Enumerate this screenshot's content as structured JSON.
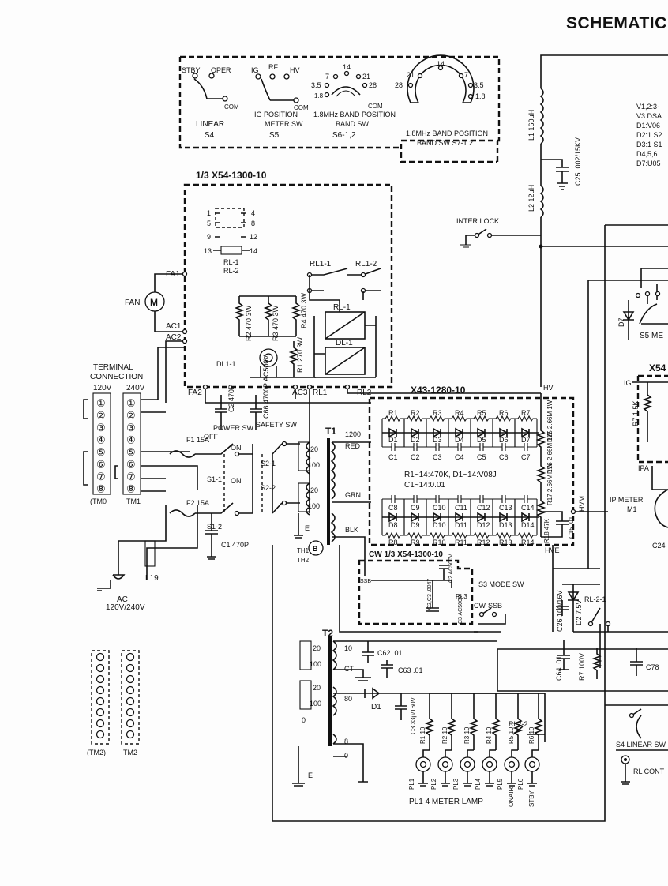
{
  "title": "SCHEMATIC",
  "switch_panel": {
    "s4": {
      "stby": "STBY",
      "oper": "OPER",
      "com": "COM",
      "name": "LINEAR",
      "ref": "S4"
    },
    "s5": {
      "ig": "IG",
      "rf": "RF",
      "hv": "HV",
      "com": "COM",
      "name1": "IG POSITION",
      "name2": "METER SW",
      "ref": "S5"
    },
    "s6": {
      "p7": "7",
      "p14": "14",
      "p21": "21",
      "p35": "3.5",
      "p28": "28",
      "p18": "1.8",
      "com": "COM",
      "name1": "1.8MHz BAND POSITION",
      "name2": "BAND SW",
      "ref": "S6-1,2"
    },
    "s7": {
      "p14": "14",
      "p21": "21",
      "p7": "7",
      "p28": "28",
      "p35": "3.5",
      "p18": "1.8",
      "name1": "1.8MHz BAND POSITION",
      "name2": "BAND SW  S7-1.2"
    }
  },
  "tube_list": [
    "V1,2:3-",
    "V3:DSA",
    "D1:V06",
    "D2:1 S2",
    "D3:1 S1",
    "D4,5,6",
    "D7:U05"
  ],
  "components": {
    "l1": "L1 160μH",
    "l2": "L2 12μH",
    "c25": "C25 .002/15KV",
    "interlock": "INTER LOCK",
    "relay_unit_title": "1/3 X54-1300-10",
    "relay_pins": [
      "1",
      "4",
      "5",
      "8",
      "9",
      "12",
      "13",
      "14"
    ],
    "rl12_label": "RL-1",
    "rl12_label2": "RL-2",
    "rl11": "RL1-1",
    "rl1_2": "RL1-2",
    "relay_coil1": "RL-1",
    "relay_coil2": "DL-1",
    "r2": "R2 470 3W",
    "r3": "R3 470 3W",
    "r4": "R4 470 3W",
    "r1": "R1 270 3W",
    "dl11": "DL1-1",
    "fa1": "FA1",
    "fa2": "FA2",
    "ac1": "AC1",
    "ac2": "AC2",
    "ac3": "AC3",
    "rl1": "RL1",
    "rl2": "RL2",
    "fan": "FAN",
    "c2": "C2 470P",
    "c66": "C66 4700P AC500V",
    "power_sw": "POWER SW",
    "off": "OFF",
    "on": "ON",
    "s11": "S1-1",
    "s12": "S1-2",
    "safety_sw": "SAFETY SW",
    "s21": "S2-1",
    "s22": "S2-2",
    "f1": "F1 15A",
    "f2": "F2 15A",
    "c1": "C1 470P",
    "terminal_title1": "TERMINAL",
    "terminal_title2": "CONNECTION",
    "v120": "120V",
    "v240": "240V",
    "tm0": "(TM0",
    "tm1": "TM1",
    "tm2a": "(TM2)",
    "tm2b": "TM2",
    "ac": "AC",
    "ac_volt": "120V/240V",
    "l19": "L19",
    "t1": "T1",
    "t1_1200": "1200",
    "t1_red": "RED",
    "t1_grn": "GRN",
    "t1_blk": "BLK",
    "t1_20": "20",
    "t1_100": "100",
    "th1": "TH1",
    "th2": "TH2",
    "e": "E",
    "t2": "T2",
    "t2_10": "10",
    "t2_ct": "CT",
    "t2_80": "80",
    "t2_8": "8",
    "t2_0": "0",
    "rect_unit": "X43-1280-10",
    "rect_r_top": [
      "R1",
      "R2",
      "R3",
      "R4",
      "R5",
      "R6",
      "R7"
    ],
    "rect_d_top": [
      "D1",
      "D2",
      "D3",
      "D4",
      "D5",
      "D6",
      "D7"
    ],
    "rect_c_top": [
      "C1",
      "C2",
      "C3",
      "C4",
      "C5",
      "C6",
      "C7"
    ],
    "rect_note1": "R1~14:470K, D1~14:V08J",
    "rect_note2": "C1~14:0.01",
    "rect_c_bot": [
      "C8",
      "C9",
      "C10",
      "C11",
      "C12",
      "C13",
      "C14"
    ],
    "rect_d_bot": [
      "D8",
      "D9",
      "D10",
      "D11",
      "D12",
      "D13",
      "D14"
    ],
    "rect_r_bot": [
      "R8",
      "R9",
      "R10",
      "R11",
      "R12",
      "R13",
      "R14"
    ],
    "r15": "R15 2.66M 1W",
    "r16": "R16 2.66M 1W",
    "r17": "R17 2.66M 1W",
    "r18": "R18 47K",
    "c15": "C15 .01",
    "hv": "HV",
    "hvm": "HVM",
    "hve": "HVE",
    "cw_unit": "CW 1/3 X54-1300-10",
    "ssb": "SSB",
    "c2c3": "C2,C3 .0047",
    "c2_ac": "C2 AC500V",
    "c3_ac": "C3 AC500V",
    "rl3": "RL3",
    "mode_sw": "S3 MODE SW",
    "cw": "CW",
    "ssb2": "SSB",
    "c26": "C26 100/16V",
    "d2": "D2 7.5V",
    "rl21": "RL-2-1",
    "c62": "C62 .01",
    "c63": "C63 .01",
    "c64": "C64 .01",
    "r7": "R7 100V",
    "c78": "C78",
    "d1": "D1",
    "c3": "C3 33μ/160V",
    "meter_r": [
      "R1 10",
      "R2 10",
      "R3 10",
      "R4 10",
      "R5 10",
      "R6 10"
    ],
    "lamps": [
      "PL1",
      "PL2",
      "PL3",
      "PL4",
      "PL5",
      "PL6"
    ],
    "onair": "ONAIR",
    "stby": "STBY",
    "rl22": "RL2-2",
    "lamp_caption": "PL1  4 METER LAMP",
    "s4_linear": "S4 LINEAR SW",
    "rl_cont": "RL CONT",
    "d7": "D7",
    "s5_me": "S5 ME",
    "x54_right": "X54",
    "ig": "IG",
    "r7_15k": "R7 1.5K",
    "ipa": "IPA",
    "ip_meter": "IP METER",
    "m1": "M1",
    "c24": "C24"
  }
}
